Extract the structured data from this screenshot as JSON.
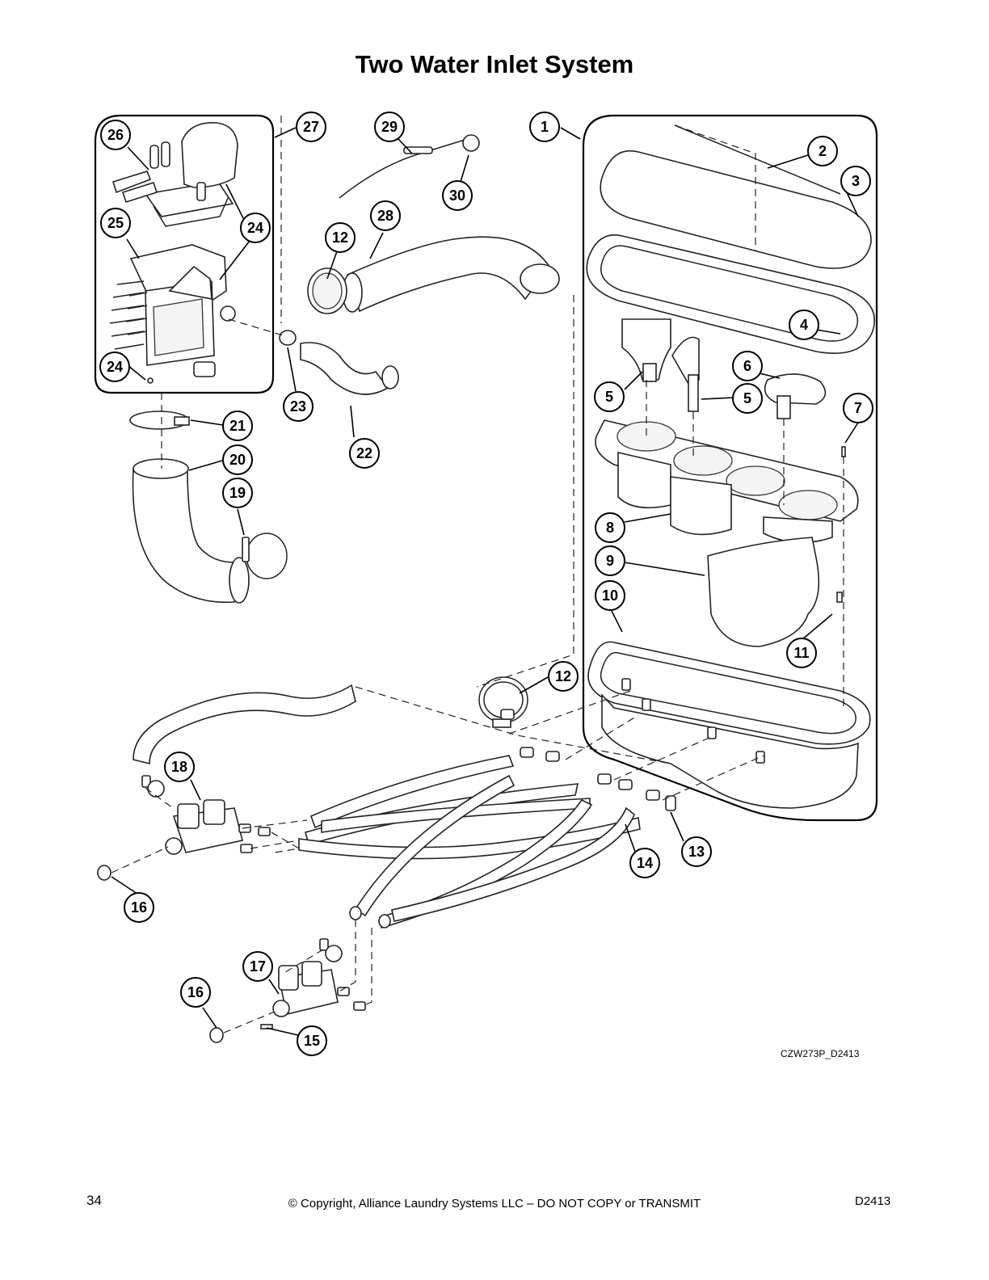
{
  "title": "Two Water Inlet System",
  "figure_code": "CZW273P_D2413",
  "footer": {
    "page_number": "34",
    "copyright": "© Copyright, Alliance Laundry Systems LLC – DO NOT COPY or TRANSMIT",
    "doc_id": "D2413"
  },
  "callouts": [
    {
      "label": "1"
    },
    {
      "label": "2"
    },
    {
      "label": "3"
    },
    {
      "label": "4"
    },
    {
      "label": "5"
    },
    {
      "label": "5"
    },
    {
      "label": "6"
    },
    {
      "label": "7"
    },
    {
      "label": "8"
    },
    {
      "label": "9"
    },
    {
      "label": "10"
    },
    {
      "label": "11"
    },
    {
      "label": "12"
    },
    {
      "label": "12"
    },
    {
      "label": "13"
    },
    {
      "label": "14"
    },
    {
      "label": "15"
    },
    {
      "label": "16"
    },
    {
      "label": "16"
    },
    {
      "label": "17"
    },
    {
      "label": "18"
    },
    {
      "label": "19"
    },
    {
      "label": "20"
    },
    {
      "label": "21"
    },
    {
      "label": "22"
    },
    {
      "label": "23"
    },
    {
      "label": "24"
    },
    {
      "label": "24"
    },
    {
      "label": "25"
    },
    {
      "label": "26"
    },
    {
      "label": "27"
    },
    {
      "label": "28"
    },
    {
      "label": "29"
    },
    {
      "label": "30"
    }
  ]
}
